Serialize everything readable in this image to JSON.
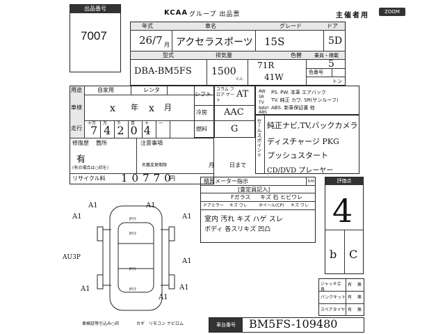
{
  "sheet": {
    "lot_label": "出品番号",
    "lot_number": "7007",
    "header_logo": "KCAA",
    "header_title": "グループ 出品票",
    "organizer": "主催者用",
    "zoom": "ZOOM"
  },
  "columns": {
    "year": "年式",
    "car_name": "車名",
    "grade": "グレード",
    "doors": "ドア",
    "model": "型式",
    "displacement": "排気量",
    "color": "色替",
    "capacity": "乗員・積載",
    "color_no": "色番号",
    "ton": "トン"
  },
  "values": {
    "year_h": "26/7",
    "year_m": "月",
    "car_name": "アクセラスポーツ",
    "grade": "15S",
    "doors": "5D",
    "model": "DBA-BM5FS",
    "displacement": "1500",
    "cc": "c.c.",
    "color_code": "71R",
    "color_no": "41W",
    "capacity": "5"
  },
  "left": {
    "usage": "用途",
    "own": "自家用",
    "rental": "レンタ",
    "shaken": "車検",
    "year": "年",
    "month": "月",
    "shaken_x1": "x",
    "shaken_x2": "x",
    "mileage": "走行",
    "mileage_value": "74204",
    "mileage_units": [
      "十万",
      "万",
      "千",
      "百",
      "十",
      "一"
    ],
    "repair": "修復歴",
    "repair_place": "箇所",
    "repair_value": "有",
    "repair_note": "(有の場合は○印を)",
    "caution": "注意事項",
    "name_change": "名義変更期限",
    "month2": "月",
    "day": "日まで",
    "recycle": "リサイクル料",
    "recycle_value": "10770",
    "yen": "円"
  },
  "mid": {
    "shift": "シフト",
    "shift_opts": "コラム フロア ゲート",
    "shift_value": "AT",
    "ac": "冷房",
    "ac_value": "AAC",
    "fuel": "燃料",
    "fuel_value": "G"
  },
  "equipment": {
    "items": [
      "AW",
      "SR",
      "TV",
      "NAVI",
      "ABS"
    ],
    "line1": "PS. PW. 本革 エアバック",
    "line2": "TV. 純正 カワ. SR(サンルーフ)",
    "line3": "ABS. 新車保証書 他",
    "sales_point": "セールスポイント",
    "note1": "純正ナビ,TV,バックカメラ",
    "note2": "ディスチャージ PKG",
    "note3": "プッシュスタート",
    "note4": "CD/DVD プレーヤー"
  },
  "inspection": {
    "replace_meter": "積算メーター指示",
    "km": "km",
    "inspector": "[査定員記入]",
    "fglass": "Fガラス",
    "fglass_opts": "キズ 石 ヒビワレ",
    "mirror": "ドアミラー",
    "mirror_opts": "キズ ワレ",
    "wheel": "ホイール(CP)",
    "wheel_opts": "キズ ワレ",
    "note1": "室内 汚れ キズ ハゲ スレ",
    "note2": "ボディ 各スリキズ 凹凸"
  },
  "score": {
    "label": "評価点",
    "value": "4",
    "interior": "b",
    "exterior": "C"
  },
  "tools": {
    "jack": "ジャッキ工具",
    "puncture": "パンクキット",
    "spare": "スペアタイヤ",
    "yes": "有",
    "no": "無"
  },
  "diagram": {
    "marks": [
      "A1",
      "A1",
      "A1",
      "A1",
      "A1",
      "A1",
      "AU3P",
      "A1",
      "A1"
    ],
    "p": [
      "P??",
      "P??",
      "P??",
      "P??"
    ],
    "footer": "車検証等引込み○印",
    "key": "カギ",
    "remocon": "リモコン",
    "navi": "ナビロム"
  },
  "chassis": {
    "label": "車台番号",
    "value": "BM5FS-109480"
  }
}
